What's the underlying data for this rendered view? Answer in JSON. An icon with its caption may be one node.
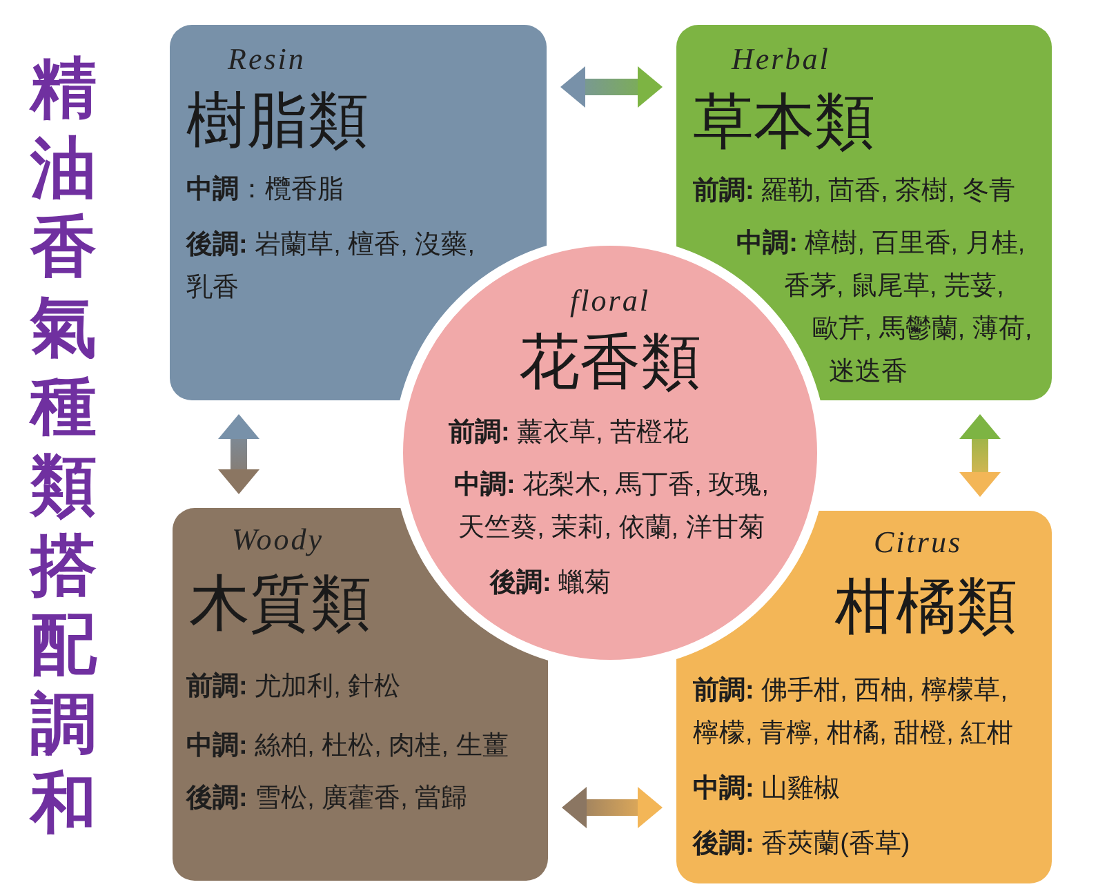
{
  "diagram": {
    "title": "精油香氣種類搭配調和",
    "nodes": [
      {
        "text": [
          "Resin",
          "樹脂類",
          "**中調**：欖香脂",
          "**後調:** 岩蘭草, 檀香, 沒藥, 乳香"
        ]
      },
      {
        "text": [
          "Herbal",
          "草本類",
          "**前調:** 羅勒, 茴香, 茶樹, 冬青",
          "**中調:** 樟樹, 百里香, 月桂, 香茅, 鼠尾草, 芫荽, 歐芹, 馬鬱蘭, 薄荷, 迷迭香"
        ]
      },
      {
        "text": [
          "floral",
          "花香類",
          "**前調:** 薰衣草, 苦橙花",
          "**中調:** 花梨木, 馬丁香, 玫瑰, 天竺葵, 茉莉, 依蘭, 洋甘菊",
          "**後調:** 蠟菊"
        ]
      },
      {
        "text": [
          "Woody",
          "木質類",
          "**前調:** 尤加利, 針松",
          "**中調:** 絲柏, 杜松, 肉桂, 生薑",
          "**後調:** 雪松, 廣藿香, 當歸"
        ]
      },
      {
        "text": [
          "Citrus",
          "柑橘類",
          "**前調:** 佛手柑, 西柚, 檸檬草, 檸檬, 青檸, 柑橘, 甜橙, 紅柑",
          "**中調:** 山雞椒",
          "**後調:** 香莢蘭(香草)"
        ]
      }
    ],
    "edges": [
      {
        "from": 0,
        "to": 1,
        "arrow": "both"
      },
      {
        "from": 0,
        "to": 3,
        "arrow": "both"
      },
      {
        "from": 1,
        "to": 4,
        "arrow": "both"
      },
      {
        "from": 3,
        "to": 4,
        "arrow": "both"
      }
    ]
  }
}
